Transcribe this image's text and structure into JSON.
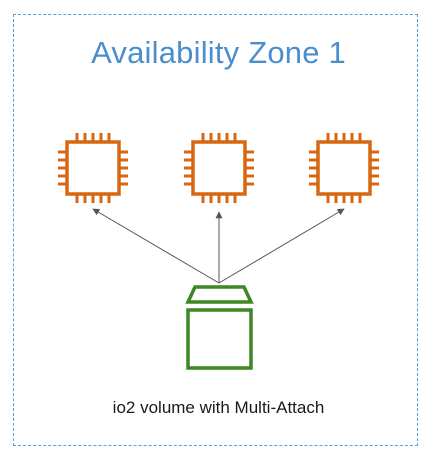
{
  "zone": {
    "title": "Availability Zone 1",
    "border_color": "#5a9fd0",
    "title_color": "#4a8fcd"
  },
  "instances": [
    {
      "icon": "ec2-instance-chip-icon",
      "color": "#d86613"
    },
    {
      "icon": "ec2-instance-chip-icon",
      "color": "#d86613"
    },
    {
      "icon": "ec2-instance-chip-icon",
      "color": "#d86613"
    }
  ],
  "volume": {
    "icon": "ebs-volume-icon",
    "color": "#3f8624",
    "label": "io2 volume with Multi-Attach"
  },
  "connections": {
    "color": "#555555",
    "from": "volume",
    "to": [
      "instance-1",
      "instance-2",
      "instance-3"
    ]
  }
}
